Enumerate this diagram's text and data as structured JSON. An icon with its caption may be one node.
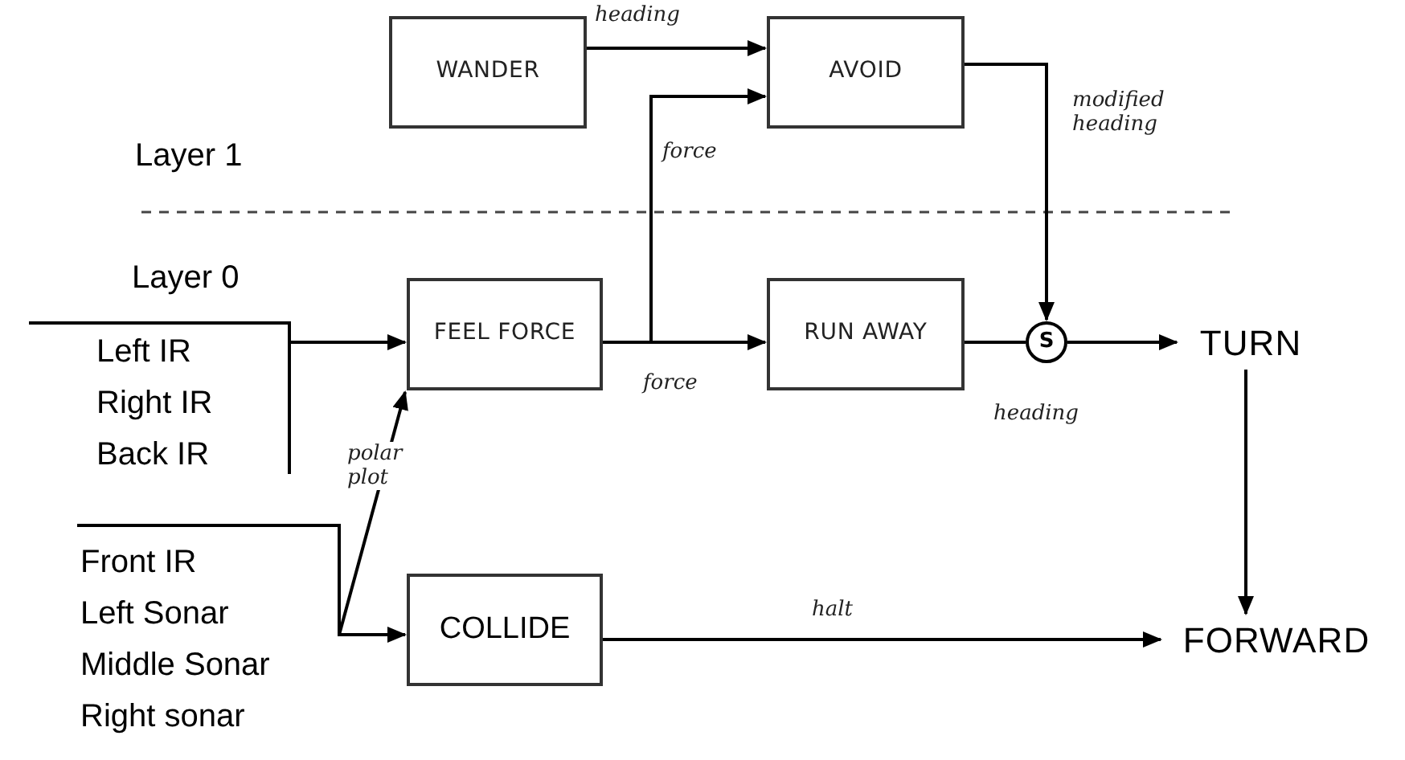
{
  "diagram": {
    "nodes": [
      {
        "text": [
          "WANDER"
        ]
      },
      {
        "text": [
          "AVOID"
        ]
      },
      {
        "text": [
          "FEEL FORCE"
        ]
      },
      {
        "text": [
          "RUN AWAY"
        ]
      },
      {
        "text": [
          "S"
        ]
      },
      {
        "text": [
          "TURN"
        ]
      },
      {
        "text": [
          "FORWARD"
        ]
      },
      {
        "text": [
          "COLLIDE"
        ]
      },
      {
        "text": [
          "Left IR",
          "Right IR",
          "Back IR"
        ]
      },
      {
        "text": [
          "Front IR",
          "Left Sonar",
          "Middle Sonar",
          "Right sonar"
        ]
      }
    ],
    "edges": [
      {
        "from": 0,
        "to": 1,
        "arrow": "to",
        "label": "heading"
      },
      {
        "from": 2,
        "to": 1,
        "arrow": "to",
        "label": "force"
      },
      {
        "from": 2,
        "to": 3,
        "arrow": "to",
        "label": "force"
      },
      {
        "from": 1,
        "to": 4,
        "arrow": "to",
        "label": "modified heading"
      },
      {
        "from": 3,
        "to": 4,
        "arrow": "none"
      },
      {
        "from": 4,
        "to": 5,
        "arrow": "to",
        "label": "heading"
      },
      {
        "from": 5,
        "to": 6,
        "arrow": "to"
      },
      {
        "from": 7,
        "to": 6,
        "arrow": "to",
        "label": "halt"
      },
      {
        "from": 8,
        "to": 2,
        "arrow": "to"
      },
      {
        "from": 9,
        "to": 2,
        "arrow": "to",
        "label": "polar plot"
      },
      {
        "from": 9,
        "to": 7,
        "arrow": "to"
      }
    ],
    "labels": [
      "Layer 1",
      "Layer 0"
    ]
  }
}
